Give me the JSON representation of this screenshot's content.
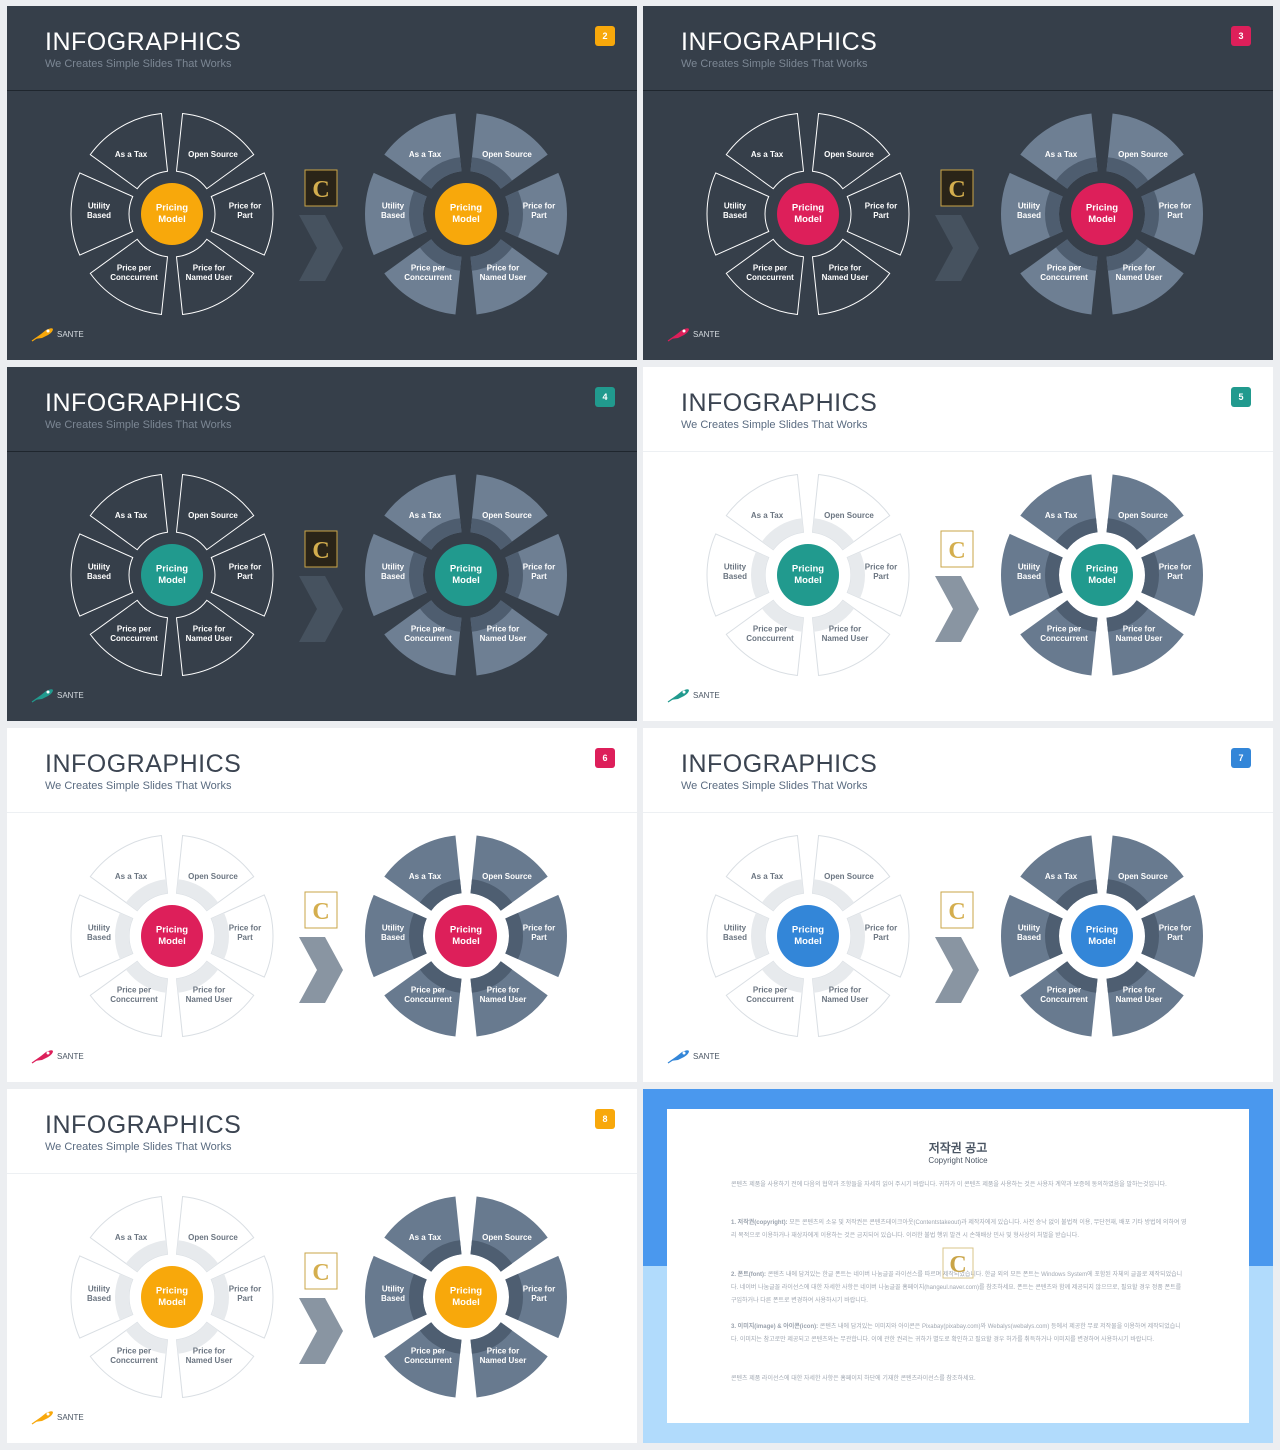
{
  "deck": {
    "title": "INFOGRAPHICS",
    "subtitle": "We Creates Simple Slides That Works",
    "brand": "SANTE"
  },
  "labels": {
    "center": [
      "Pricing",
      "Model"
    ],
    "petals": [
      [
        "As a Tax"
      ],
      [
        "Open Source"
      ],
      [
        "Price for",
        "Part"
      ],
      [
        "Price for",
        "Named User"
      ],
      [
        "Price per",
        "Conccurrent"
      ],
      [
        "Utility",
        "Based"
      ]
    ]
  },
  "slides": [
    {
      "page": "2",
      "theme": "dark",
      "accent": "#f8a80b"
    },
    {
      "page": "3",
      "theme": "dark",
      "accent": "#dd1f5a"
    },
    {
      "page": "4",
      "theme": "dark",
      "accent": "#219a8e"
    },
    {
      "page": "5",
      "theme": "light",
      "accent": "#219a8e"
    },
    {
      "page": "6",
      "theme": "light",
      "accent": "#dd1f5a"
    },
    {
      "page": "7",
      "theme": "light",
      "accent": "#3386d8"
    },
    {
      "page": "8",
      "theme": "light",
      "accent": "#f8a80b"
    }
  ],
  "colors": {
    "dark_bg": "#363f4a",
    "light_bg": "#ffffff",
    "petal_filled_dark_theme": "#6e7f93",
    "petal_filled_light_theme": "#687a8f",
    "copyright_top": "#4a98ee",
    "copyright_bottom": "#b1dbfc"
  },
  "icons": [
    "rocket-logo-icon",
    "contents-c-badge-icon",
    "chevron-arrow-icon"
  ],
  "copyright": {
    "title": "저작권 공고",
    "subtitle": "Copyright Notice",
    "intro": "콘텐츠 제품을 사용하기 전에 다음의 협약과 조항들을 자세히 읽어 주시기 바랍니다. 귀하가 이 콘텐츠 제품을 사용하는 것은 사용자 계약과 보증에 동의하였음을 말하는것입니다.",
    "p1_head": "1. 저작권(copyright):",
    "p1": "모든 콘텐츠의 소유 및 저작권은 콘텐츠테이크아웃(Contentstakeout)과 제작자에게 있습니다. 사전 승낙 없이 불법적 이용, 무단전재, 배포 기타 방법에 의하여 영리 목적으로 이용하거나 재상자에게 이용하는 것은 금지되어 있습니다. 이러한 불법 행위 발견 시 손해배상 민사 및 형사상의 처벌을 받습니다.",
    "p2_head": "2. 폰트(font):",
    "p2": "콘텐츠 내에 담겨있는 한글 폰트는 네이버 나눔글꼴 라이선스를 따르며 제작되었습니다. 한글 외의 모든 폰트는 Windows System에 포함된 자체의 글꼴로 제작되었습니다. 네이버 나눔글꼴 라이선스에 대한 자세한 사항은 네이버 나눔글꼴 홈페이지(hangeul.naver.com)를 참조하세요. 폰트는 콘텐츠와 함께 제공되지 않으므로, 필요할 경우 정품 폰트를 구입하거나 다른 폰트로 변경하여 사용하시기 바랍니다.",
    "p3_head": "3. 이미지(image) & 아이콘(icon):",
    "p3": "콘텐츠 내에 담겨있는 이미지와 아이콘은 Pixabay(pixabay.com)와 Webalys(webalys.com) 등에서 제공한 무료 저작물을 이용하여 제작되었습니다. 이미지는 참고로만 제공되고 콘텐츠와는 무관합니다. 이에 관한 권리는 귀하가 별도로 확인하고 필요할 경우 허가를 취득하거나 이미지를 변경하여 사용하시기 바랍니다.",
    "p4": "콘텐츠 제품 라이선스에 대한 자세한 사항은 홈페이지 하단에 기재한 콘텐츠라이선스를 참조하세요."
  }
}
